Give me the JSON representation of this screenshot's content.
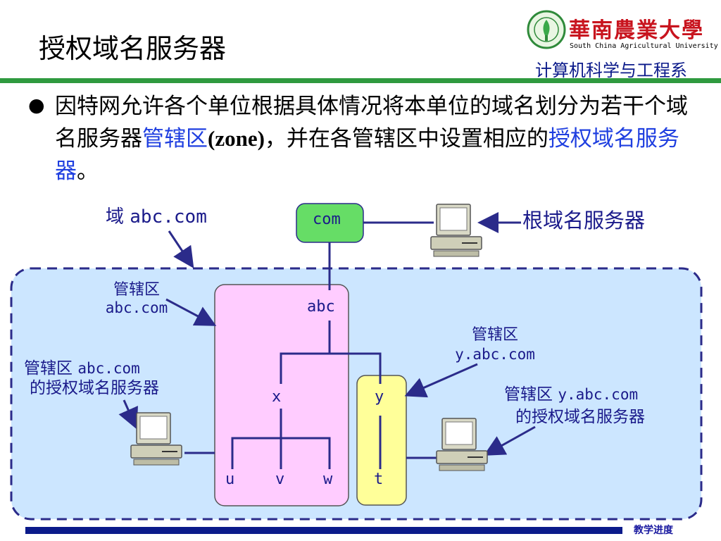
{
  "slide": {
    "title": "授权域名服务器",
    "university_cn": "華南農業大學",
    "university_en": "South China Agricultural University",
    "department": "计算机科学与工程系",
    "bullet_text_1": "因特网允许各个单位根据具体情况将本单位的域名划分为若干个域名服务器",
    "bullet_hl_1": "管辖区",
    "bullet_zone": "(zone)",
    "bullet_text_2": "，并在各管辖区中设置相应的",
    "bullet_hl_2": "授权域名服务器",
    "bullet_text_3": "。",
    "footer_nav": "教学进度"
  },
  "diagram": {
    "domain_prefix": "域",
    "domain_name": "abc.com",
    "root_server_label": "根域名服务器",
    "nodes": {
      "com": "com",
      "abc": "abc",
      "x": "x",
      "y": "y",
      "u": "u",
      "v": "v",
      "w": "w",
      "t": "t"
    },
    "zone1_caption": "管辖区",
    "zone1_name": "abc.com",
    "zone1_server_prefix": "管辖区",
    "zone1_server_name": "abc.com",
    "zone1_server_suffix": "的授权域名服务器",
    "zone2_caption": "管辖区",
    "zone2_name": "y.abc.com",
    "zone2_server_prefix": "管辖区",
    "zone2_server_name": "y.abc.com",
    "zone2_server_suffix": "的授权域名服务器"
  },
  "colors": {
    "accent_blue": "#1f3fe0",
    "header_green": "#2f9a3f",
    "com_box": "#66dd66",
    "zone1_fill": "#ffccff",
    "zone2_fill": "#ffff99",
    "domain_region_fill": "#cce6ff",
    "line_color": "#2b2b8a"
  }
}
